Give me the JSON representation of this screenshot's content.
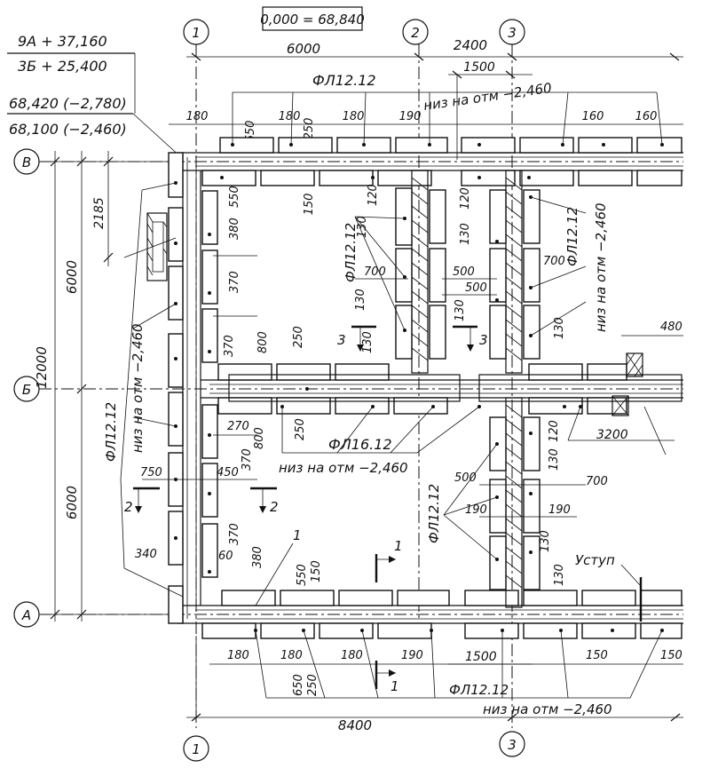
{
  "title_box": "0,000 = 68,840",
  "elevation_notes": {
    "top_numerator": "9А + 37,160",
    "top_denominator": "3Б + 25,400",
    "mid_numerator": "68,420 (−2,780)",
    "mid_denominator": "68,100 (−2,460)"
  },
  "axes": {
    "col_1": "1",
    "col_2": "2",
    "col_3": "3",
    "row_A": "А",
    "row_B": "Б",
    "row_V": "В"
  },
  "dimensions": {
    "top_span": "6000",
    "top_span_right": "2400",
    "opening_top": "1500",
    "opening_bottom": "1500",
    "bottom_span": "8400",
    "left_total": "12000",
    "left_upper": "6000",
    "left_lower": "6000",
    "left_offset": "2185",
    "top_180a": "180",
    "top_650": "650",
    "top_180b": "180",
    "top_250": "250",
    "top_180c": "180",
    "top_190": "190",
    "top_160a": "160",
    "top_160b": "160",
    "top_150": "150",
    "l_380": "380",
    "l_550": "550",
    "l_370a": "370",
    "l_370b": "370",
    "l_800a": "800",
    "l_250": "250",
    "c_120a": "120",
    "c_130a": "130",
    "c_700a": "700",
    "c_130b": "130",
    "c_130c": "130",
    "c_500a": "500",
    "c_500b": "500",
    "c_130d": "130",
    "r_120": "120",
    "r_130": "130",
    "r_700": "700",
    "r_130b": "130",
    "r_480": "480",
    "m_250": "250",
    "m_270": "270",
    "m_800": "800",
    "m_370": "370",
    "m_750": "750",
    "m_450": "450",
    "m_340": "340",
    "m_60": "60",
    "m_370b": "370",
    "m_380": "380",
    "lr_120": "120",
    "lr_3200": "3200",
    "lr_130": "130",
    "lr_700": "700",
    "lr_500": "500",
    "lr_190a": "190",
    "lr_190b": "190",
    "lr_130b": "130",
    "lr_130c": "130",
    "b_550": "550",
    "b_150": "150",
    "b_180a": "180",
    "b_180b": "180",
    "b_180c": "180",
    "b_190": "190",
    "b_650": "650",
    "b_250": "250",
    "b_150b": "150",
    "b_150c": "150"
  },
  "labels": {
    "fl_top": "ФЛ12.12",
    "niz_top": "низ на отм −2,460",
    "fl_center": "ФЛ12.12",
    "fl_right": "ФЛ12.12",
    "niz_right": "низ на отм −2,460",
    "fl_left": "ФЛ12.12",
    "niz_left": "низ на отм −2,460",
    "fl_mid": "ФЛ16.12",
    "niz_mid": "низ на отм −2,460",
    "fl_lowcenter": "ФЛ12.12",
    "fl_bottom": "ФЛ12.12",
    "niz_bottom": "низ на отм −2,460",
    "ustup": "Уступ"
  },
  "sections": {
    "s1_top": "1",
    "s1_bottom": "1",
    "s2_left": "2",
    "s2_right": "2",
    "s3_left": "3",
    "s3_right": "3",
    "leader_1": "1"
  }
}
